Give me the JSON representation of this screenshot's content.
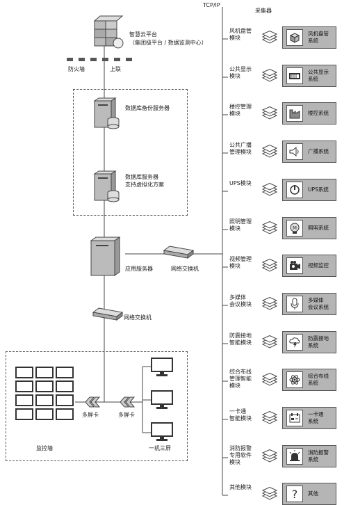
{
  "protocol": "TCP/IP",
  "collector": "采集器",
  "cloud": {
    "title": "智慧云平台",
    "subtitle": "（集团级平台 / 数据监测中心）"
  },
  "firewall": "防火墙",
  "uplink": "上联",
  "db_backup": "数据库备份服务器",
  "db_server": [
    "数据库服务器",
    "支持虚拟化方案"
  ],
  "app_server": "应用服务器",
  "switch1": "网络交换机",
  "switch2": "网络交换机",
  "multiscreen1": "多屏卡",
  "multiscreen2": "多屏卡",
  "monitor_wall": "监控墙",
  "one_three": "一机三屏",
  "modules": [
    {
      "label": [
        "风机盘管",
        "模块"
      ],
      "system": [
        "风机盘管",
        "系统"
      ],
      "icon": "cube-icon"
    },
    {
      "label": [
        "公共显示",
        "模块"
      ],
      "system": [
        "公共显示",
        "系统"
      ],
      "icon": "display-icon"
    },
    {
      "label": [
        "楼控管理",
        "模块"
      ],
      "system": [
        "楼控系统"
      ],
      "icon": "factory-icon"
    },
    {
      "label": [
        "公共广播",
        "管理模块"
      ],
      "system": [
        "广播系统"
      ],
      "icon": "speaker-icon"
    },
    {
      "label": [
        "UPS模块"
      ],
      "system": [
        "UPS系统"
      ],
      "icon": "power-icon"
    },
    {
      "label": [
        "照明管理",
        "模块"
      ],
      "system": [
        "照明系统"
      ],
      "icon": "lamp-icon"
    },
    {
      "label": [
        "视频管理",
        "模块"
      ],
      "system": [
        "视频监控"
      ],
      "icon": "camera-icon"
    },
    {
      "label": [
        "多媒体",
        "会议模块"
      ],
      "system": [
        "多媒体",
        "会议系统"
      ],
      "icon": "microphone-icon"
    },
    {
      "label": [
        "防震接地",
        "智能模块"
      ],
      "system": [
        "防震接地",
        "系统"
      ],
      "icon": "lightning-cloud-icon"
    },
    {
      "label": [
        "综合布线",
        "管理智能",
        "模块"
      ],
      "system": [
        "综合布线",
        "系统"
      ],
      "icon": "atom-icon"
    },
    {
      "label": [
        "一卡通",
        "智能模块"
      ],
      "system": [
        "一卡通",
        "系统"
      ],
      "icon": "card-icon"
    },
    {
      "label": [
        "消防报警",
        "专用软件",
        "模块"
      ],
      "system": [
        "消防报警",
        "系统"
      ],
      "icon": "alarm-icon"
    },
    {
      "label": [
        "其他模块"
      ],
      "system": [
        "其他"
      ],
      "icon": "question-icon"
    }
  ]
}
